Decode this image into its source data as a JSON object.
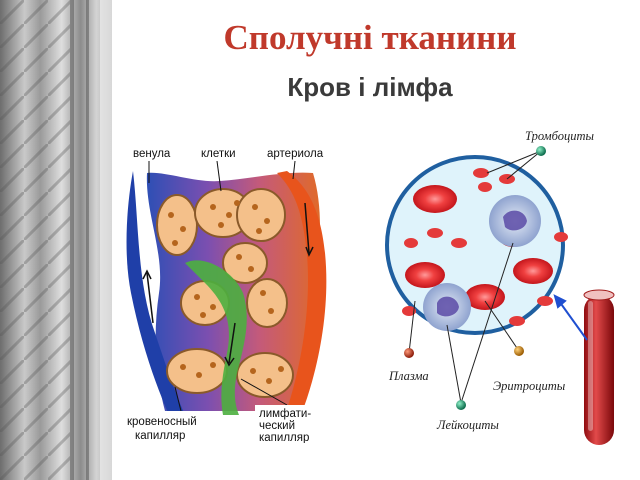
{
  "slide": {
    "title": "Сполучні тканини",
    "subtitle": "Кров і лімфа"
  },
  "tissue_diagram": {
    "labels": {
      "venule": "венула",
      "cells": "клетки",
      "arteriole": "артериола",
      "blood_capillary_1": "кровеносный",
      "blood_capillary_2": "капилляр",
      "lymph_capillary_1": "лимфати-",
      "lymph_capillary_2": "ческий",
      "lymph_capillary_3": "капилляр"
    }
  },
  "blood_diagram": {
    "labels": {
      "platelets": "Тромбоциты",
      "plasma": "Плазма",
      "erythrocytes": "Эритроциты",
      "leukocytes": "Лейкоциты"
    }
  },
  "colors": {
    "title": "#c0392b",
    "subtitle": "#3a3a3a",
    "erythrocyte": "#e0232a",
    "leukocyte": "#8a9bc8",
    "marker": "#1fa07a"
  }
}
